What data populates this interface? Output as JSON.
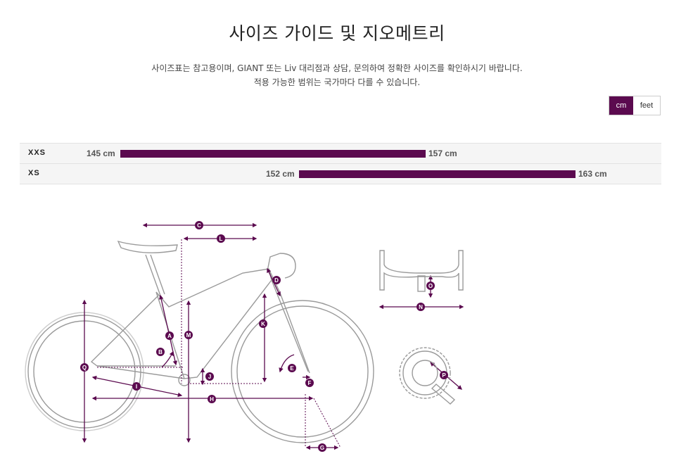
{
  "page": {
    "title": "사이즈 가이드 및 지오메트리",
    "description_line1": "사이즈표는 참고용이며, GIANT 또는 Liv 대리점과 상담, 문의하여 정확한 사이즈를 확인하시기 바랍니다.",
    "description_line2": "적용 가능한 범위는 국가마다 다를 수 있습니다."
  },
  "unit_toggle": {
    "options": [
      "cm",
      "feet"
    ],
    "selected": "cm"
  },
  "size_table": {
    "rows": [
      {
        "size": "XXS",
        "min_label": "145 cm",
        "max_label": "157 cm",
        "min": 145,
        "max": 157
      },
      {
        "size": "XS",
        "min_label": "152 cm",
        "max_label": "163 cm",
        "min": 152,
        "max": 163
      }
    ]
  },
  "geometry_labels": {
    "A": "A",
    "B": "B",
    "C": "C",
    "D": "D",
    "E": "E",
    "F": "F",
    "G": "G",
    "H": "H",
    "I": "I",
    "J": "J",
    "K": "K",
    "L": "L",
    "M": "M",
    "N": "N",
    "O": "O",
    "P": "P",
    "Q": "Q"
  },
  "colors": {
    "accent": "#5b0a4f",
    "line": "#999999",
    "row_bg": "#f5f5f5"
  }
}
